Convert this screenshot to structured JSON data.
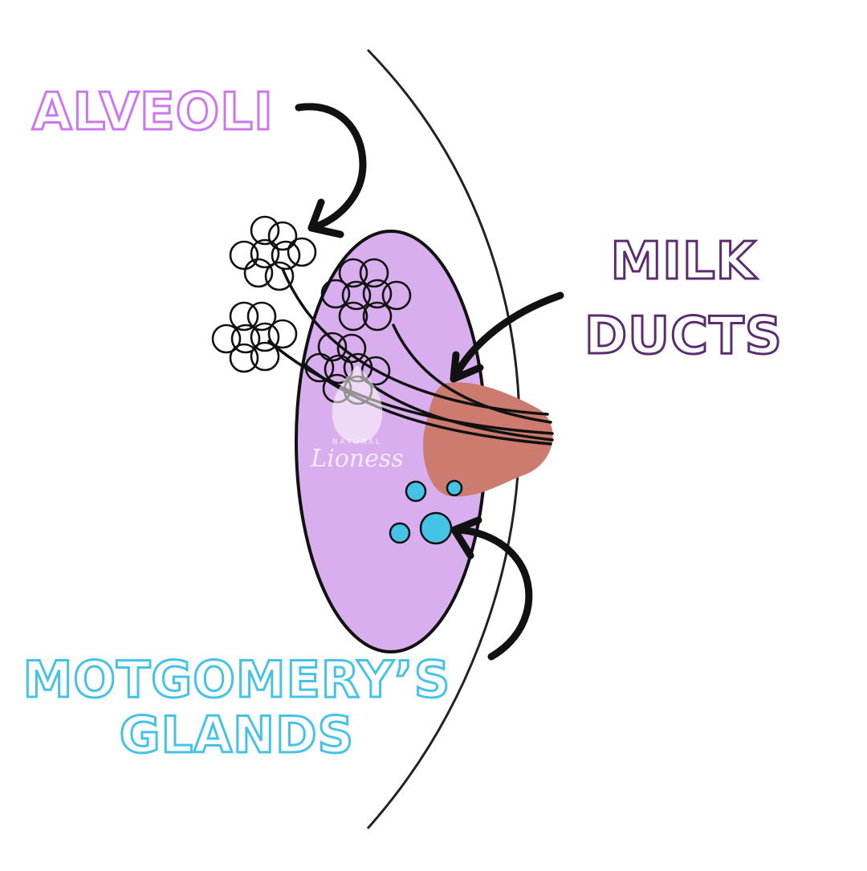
{
  "labels": {
    "alveoli": "ALVEOLI",
    "milk_ducts_line1": "MILK",
    "milk_ducts_line2": "DUCTS",
    "montgomery_line1": "MOTGOMERY’S",
    "montgomery_line2": "GLANDS"
  },
  "watermark": {
    "top": "NATURAL",
    "main": "Lioness"
  },
  "colors": {
    "alveoli_label": "#cc77ee",
    "milk_ducts_label": "#5b2d6e",
    "montgomery_label": "#45c3e6",
    "breast_fill": "#d9aeee",
    "nipple_fill": "#cc7b6e",
    "gland_fill": "#45c3e6",
    "outline": "#111111"
  }
}
